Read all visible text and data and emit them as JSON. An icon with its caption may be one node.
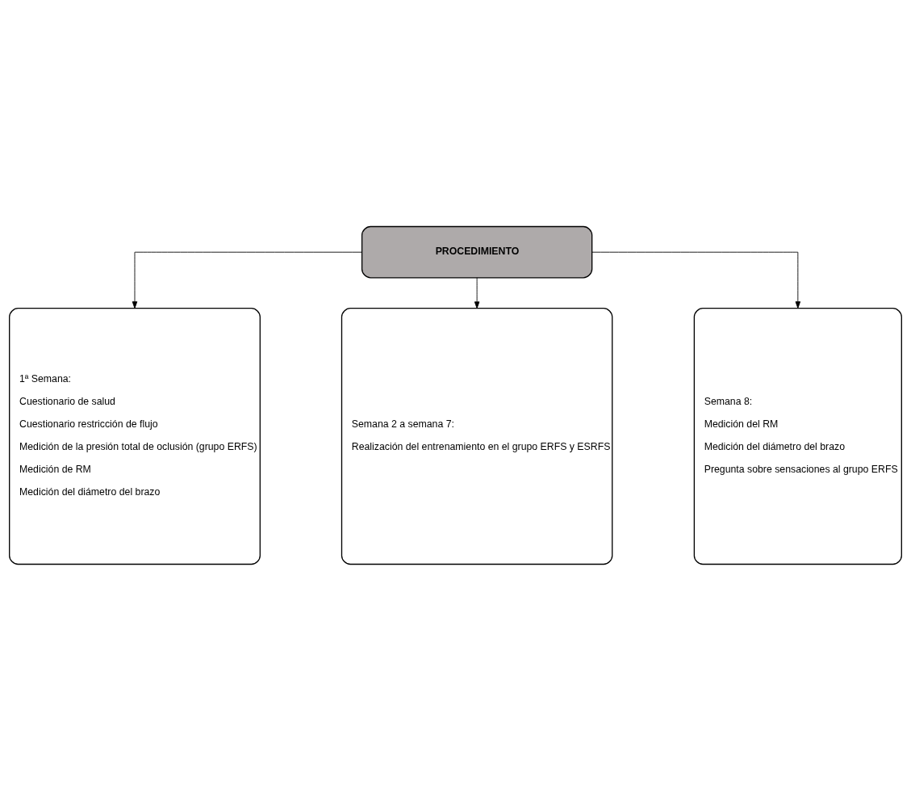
{
  "diagram": {
    "nodes": [
      {
        "text": [
          "PROCEDIMIENTO"
        ]
      },
      {
        "text": [
          "1ª Semana:",
          "Cuestionario de salud",
          "Cuestionario restricción de flujo",
          "Medición de la presión total de oclusión (grupo ERFS)",
          "Medición de RM",
          "Medición del diámetro del brazo"
        ]
      },
      {
        "text": [
          "Semana 2 a semana 7:",
          "Realización del entrenamiento en el grupo ERFS y ESRFS"
        ]
      },
      {
        "text": [
          "Semana 8:",
          "Medición del RM",
          "Medición del diámetro del brazo",
          "Pregunta sobre sensaciones al grupo ERFS"
        ]
      }
    ],
    "edges": [
      {
        "from": 0,
        "to": 1,
        "arrow": "to"
      },
      {
        "from": 0,
        "to": 2,
        "arrow": "to"
      },
      {
        "from": 0,
        "to": 3,
        "arrow": "to"
      }
    ]
  }
}
